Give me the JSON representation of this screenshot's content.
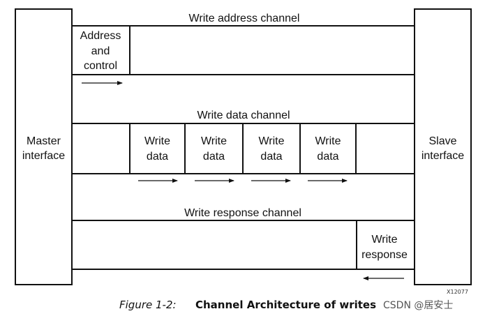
{
  "master_label": [
    "Master",
    "interface"
  ],
  "slave_label": [
    "Slave",
    "interface"
  ],
  "write_address_channel": {
    "title": "Write address channel",
    "box_label": [
      "Address",
      "and",
      "control"
    ]
  },
  "write_data_channel": {
    "title": "Write data channel",
    "box_label": [
      "Write",
      "data"
    ]
  },
  "write_response_channel": {
    "title": "Write response channel",
    "box_label": [
      "Write",
      "response"
    ]
  },
  "caption": {
    "figure": "Figure 1-2:",
    "title": "Channel Architecture of writes"
  },
  "watermark": "CSDN @居安士",
  "corner_id": "X12077"
}
